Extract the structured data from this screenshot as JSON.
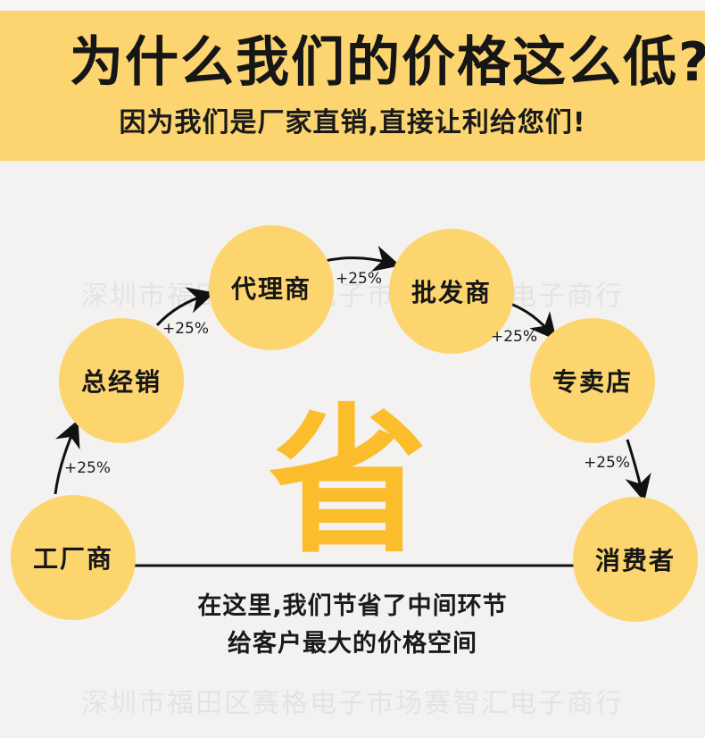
{
  "header": {
    "title": "为什么我们的价格这么低?",
    "subtitle": "因为我们是厂家直销,直接让利给您们!"
  },
  "watermark": {
    "text": "深圳市福田区赛格电子市场赛智汇电子商行"
  },
  "chain": {
    "nodes": [
      {
        "label": "工厂商"
      },
      {
        "label": "总经销"
      },
      {
        "label": "代理商"
      },
      {
        "label": "批发商"
      },
      {
        "label": "专卖店"
      },
      {
        "label": "消费者"
      }
    ],
    "markups": [
      "+25%",
      "+25%",
      "+25%",
      "+25%",
      "+25%"
    ]
  },
  "center": {
    "save_char": "省",
    "caption_line1": "在这里,我们节省了中间环节",
    "caption_line2": "给客户最大的价格空间"
  },
  "colors": {
    "header_bg": "#fcd570",
    "circle_fill": "#fcd56f",
    "save_char": "#fbbd2b",
    "page_bg": "#f3f2f1"
  }
}
